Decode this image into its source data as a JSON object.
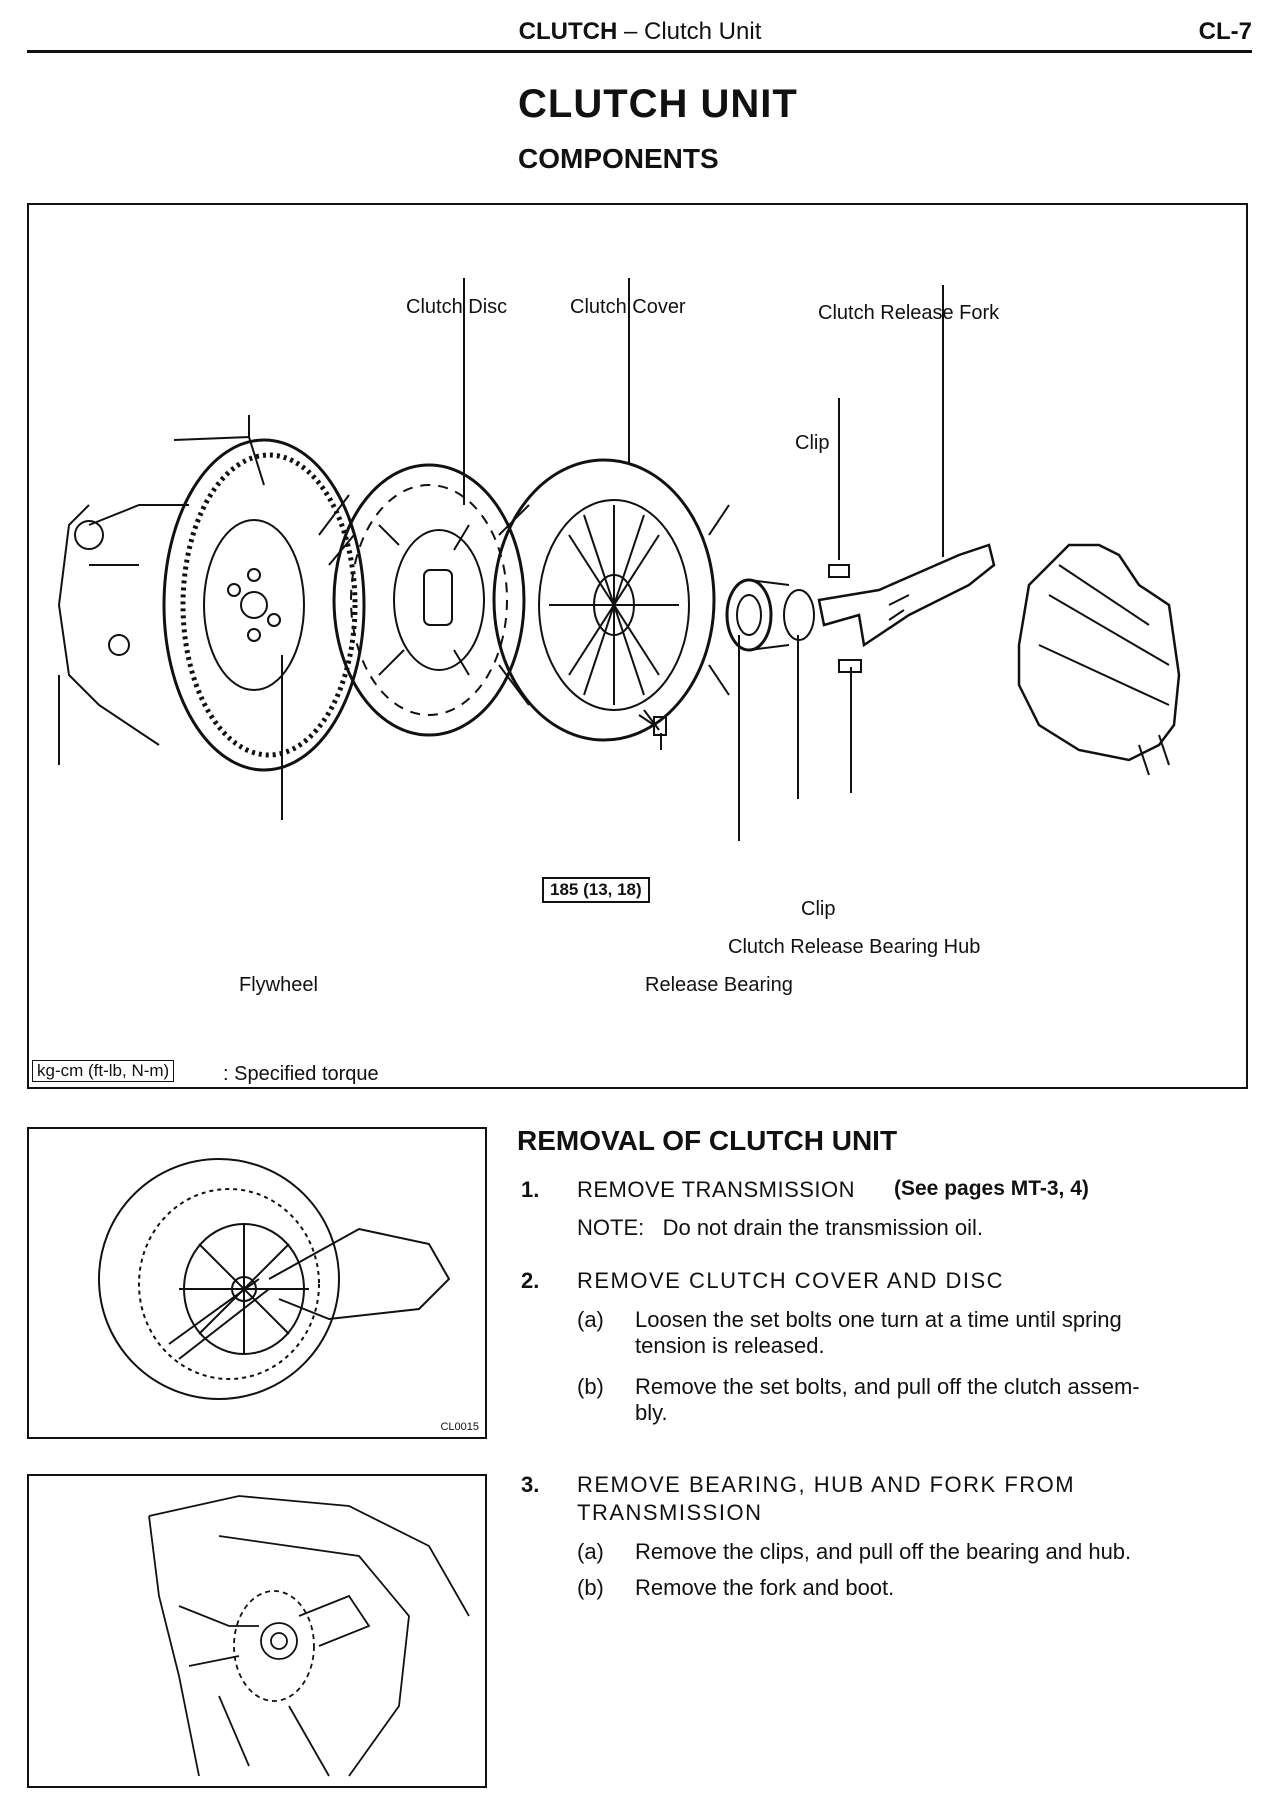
{
  "header": {
    "section": "CLUTCH",
    "dash": " – ",
    "subsection": "Clutch Unit",
    "page": "CL-7"
  },
  "title": "CLUTCH UNIT",
  "subtitle": "COMPONENTS",
  "components": {
    "labels": {
      "clutch_disc": "Clutch Disc",
      "clutch_cover": "Clutch Cover",
      "release_fork": "Clutch Release Fork",
      "clip_top": "Clip",
      "clip_bottom": "Clip",
      "bearing_hub": "Clutch Release Bearing Hub",
      "flywheel": "Flywheel",
      "release_bearing": "Release Bearing"
    },
    "torque_value": "185 (13, 18)",
    "legend_unit": "kg-cm (ft-lb, N-m)",
    "legend_text": ":  Specified torque"
  },
  "removal": {
    "heading": "REMOVAL OF CLUTCH UNIT",
    "figure1_code": "CL0015",
    "steps": [
      {
        "num": "1.",
        "title": "REMOVE TRANSMISSION",
        "ref": "(See pages MT-3, 4)",
        "note_label": "NOTE:",
        "note_text": "Do not drain the transmission oil."
      },
      {
        "num": "2.",
        "title": "REMOVE CLUTCH COVER AND DISC",
        "subs": [
          {
            "mark": "(a)",
            "line1": "Loosen the set bolts one turn at a time until spring",
            "line2": "tension is released."
          },
          {
            "mark": "(b)",
            "line1": "Remove the set bolts, and pull off the clutch assem-",
            "line2": "bly."
          }
        ]
      },
      {
        "num": "3.",
        "title_line1": "REMOVE BEARING, HUB AND FORK FROM",
        "title_line2": "TRANSMISSION",
        "subs": [
          {
            "mark": "(a)",
            "line1": "Remove the clips, and pull off the bearing and hub."
          },
          {
            "mark": "(b)",
            "line1": "Remove the fork and boot."
          }
        ]
      }
    ]
  }
}
